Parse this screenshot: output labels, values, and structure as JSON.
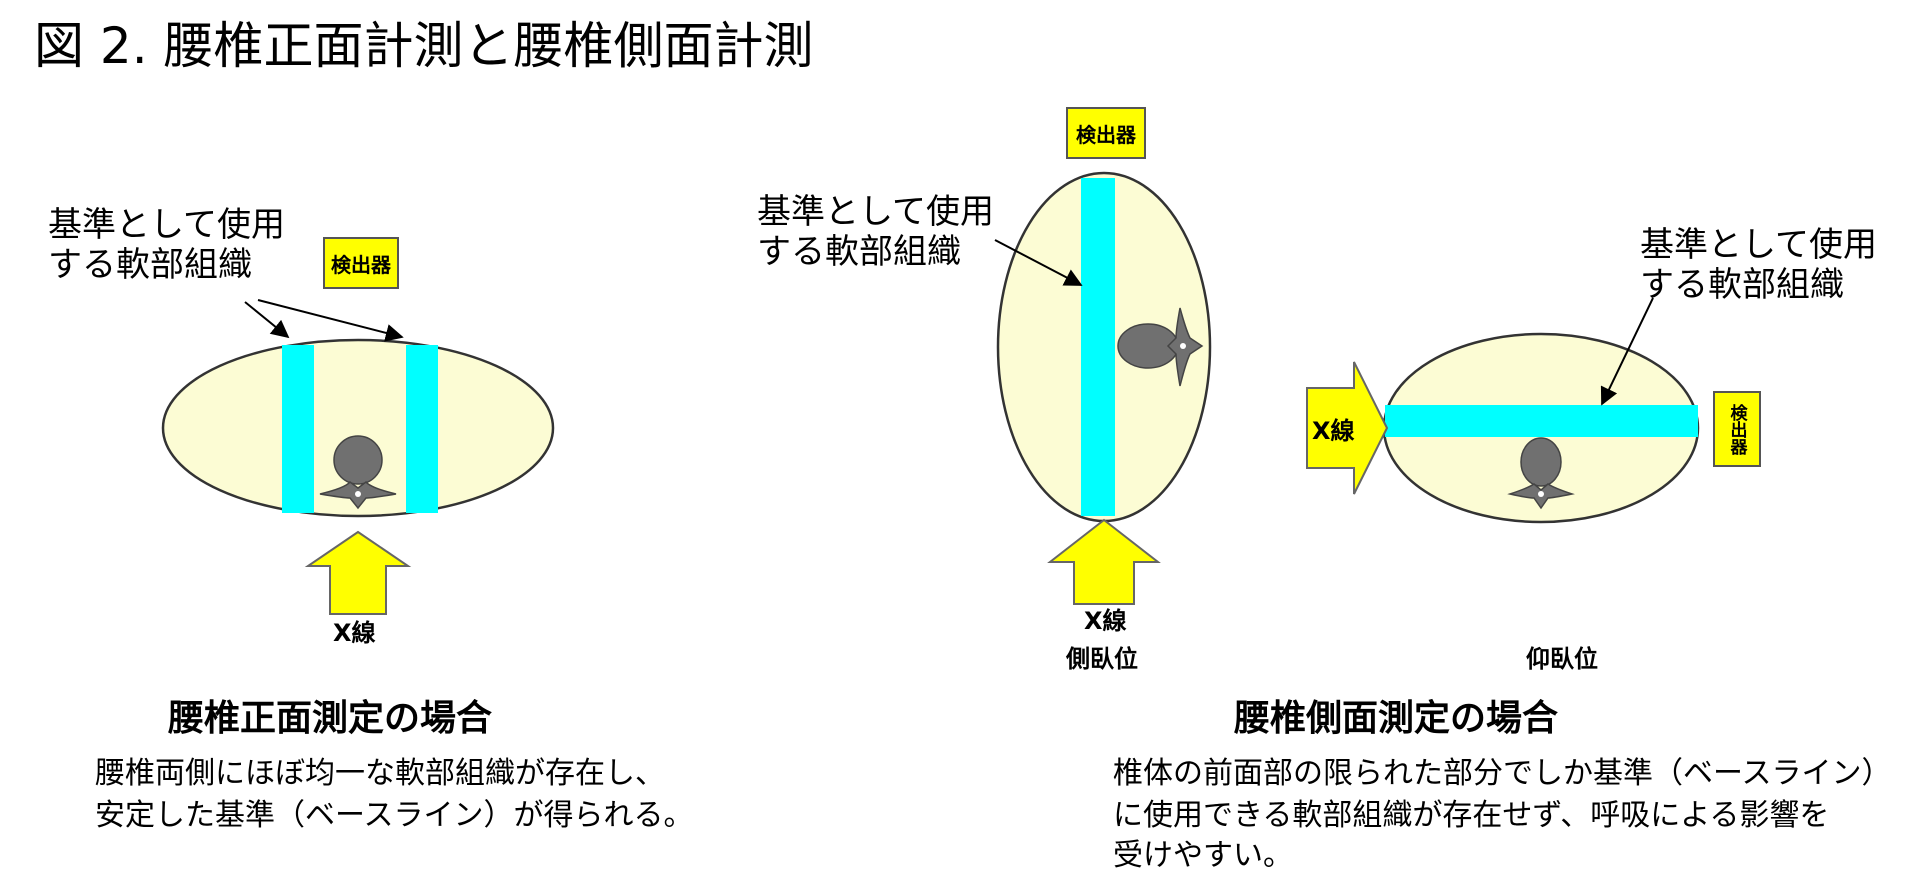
{
  "title": "図 2. 腰椎正面計測と腰椎側面計測",
  "left_panel": {
    "soft_tissue_label_line1": "基準として使用",
    "soft_tissue_label_line2": "する軟部組織",
    "detector_label": "検出器",
    "xray_label": "X線",
    "heading": "腰椎正面測定の場合",
    "description_line1": "腰椎両側にほぼ均一な軟部組織が存在し、",
    "description_line2": "安定した基準（ベースライン）が得られる。"
  },
  "right_panel": {
    "lateral_decubitus": {
      "detector_label": "検出器",
      "soft_tissue_label_line1": "基準として使用",
      "soft_tissue_label_line2": "する軟部組織",
      "xray_label": "X線",
      "position_label": "側臥位"
    },
    "supine": {
      "soft_tissue_label_line1": "基準として使用",
      "soft_tissue_label_line2": "する軟部組織",
      "xray_label": "X線",
      "detector_label": "検出器",
      "position_label": "仰臥位"
    },
    "heading": "腰椎側面測定の場合",
    "description_line1": "椎体の前面部の限られた部分でしか基準（ベースライン）",
    "description_line2": "に使用できる軟部組織が存在せず、呼吸による影響を",
    "description_line3": "受けやすい。"
  },
  "colors": {
    "body_fill": "#fcfcd4",
    "soft_tissue": "#00ffff",
    "xray_arrow": "#ffff00",
    "bone": "#707070"
  }
}
